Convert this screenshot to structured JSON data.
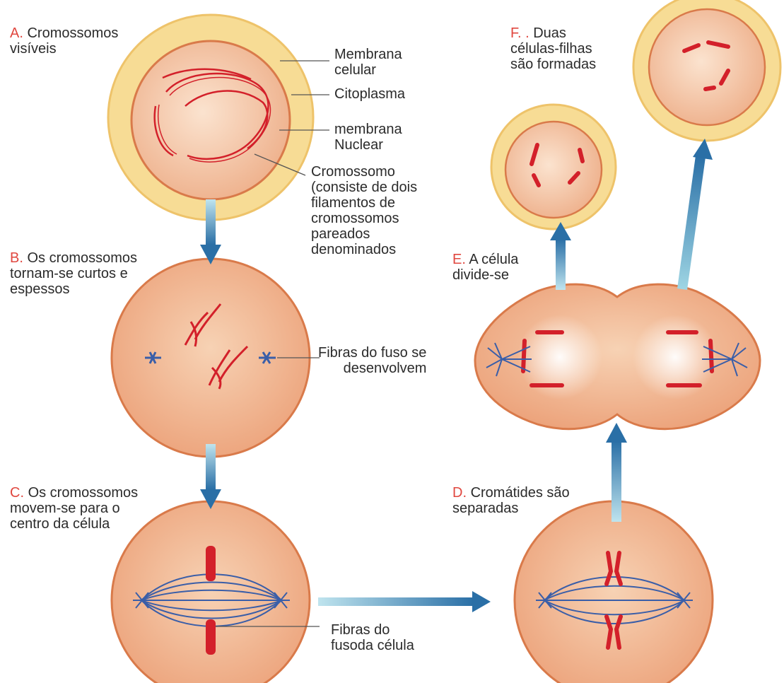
{
  "stages": {
    "a": {
      "letter": "A.",
      "line1": "Cromossomos",
      "line2": "visíveis"
    },
    "b": {
      "letter": "B.",
      "line1": "Os cromossomos",
      "line2": "tornam-se curtos e",
      "line3": "espessos"
    },
    "c": {
      "letter": "C.",
      "line1": "Os cromossomos",
      "line2": "movem-se para o",
      "line3": "centro da célula"
    },
    "d": {
      "letter": "D.",
      "line1": "Cromátides são",
      "line2": "separadas"
    },
    "e": {
      "letter": "E.",
      "line1": "A célula",
      "line2": "divide-se"
    },
    "f": {
      "letter": "F. .",
      "line1": "Duas",
      "line2": "células-filhas",
      "line3": "são formadas"
    }
  },
  "labels": {
    "membrana_celular": [
      "Membrana",
      "celular"
    ],
    "citoplasma": "Citoplasma",
    "membrana_nuclear": [
      "membrana",
      "Nuclear"
    ],
    "cromossomo": [
      "Cromossomo",
      "(consiste de dois",
      "filamentos de",
      "cromossomos",
      "pareados",
      "denominados"
    ],
    "fibras_fuso": [
      "Fibras do fuso se",
      "desenvolvem"
    ],
    "fibras_fusoda": [
      "Fibras do",
      "fusoda célula"
    ]
  },
  "colors": {
    "cytoplasm": "#f0b892",
    "cell_membrane": "#e08a55",
    "outer_ring": "#f6d98f",
    "chromosome": "#d3202a",
    "spindle": "#3a5ea8",
    "arrow": "#2f7db0",
    "stage_letter": "#e0473f"
  }
}
